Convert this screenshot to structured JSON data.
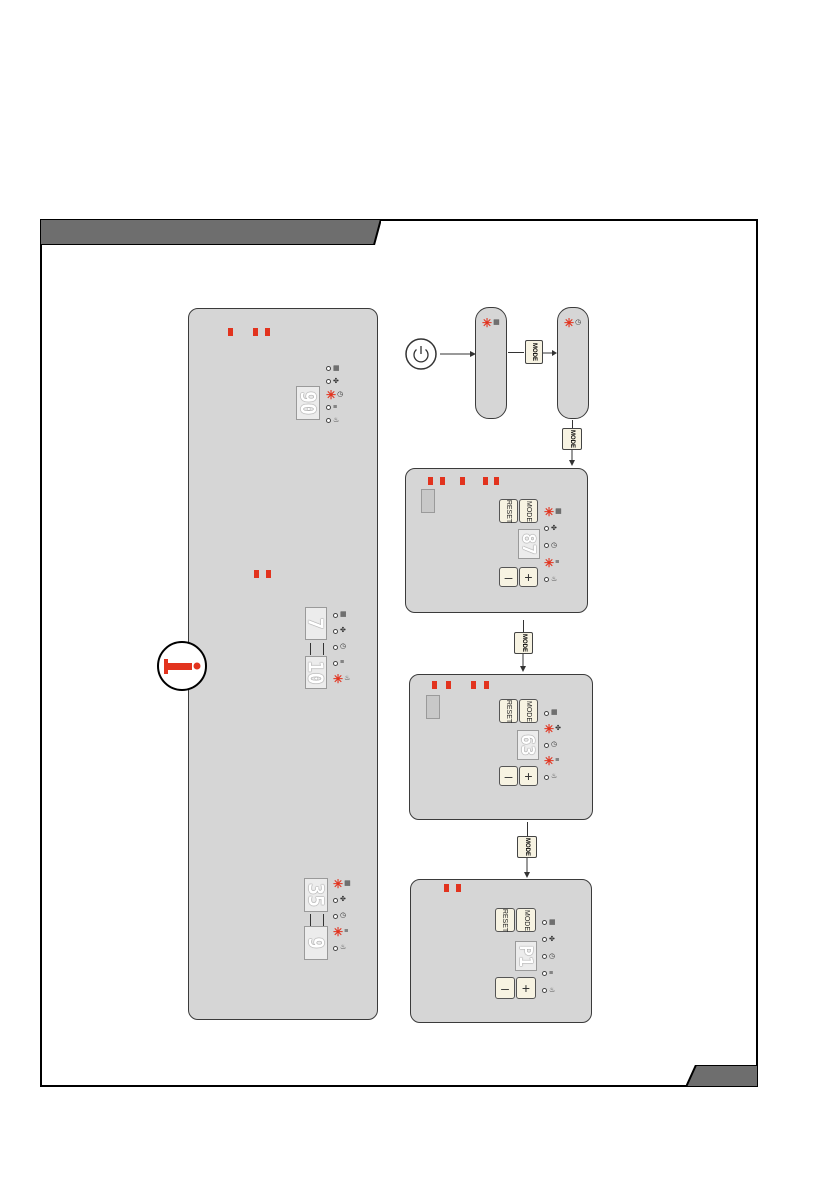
{
  "buttons": {
    "mode": "MODE",
    "reset": "RESET",
    "minus": "–",
    "plus": "+"
  },
  "displays": {
    "left_1": "90",
    "left_2a": "7",
    "left_2b": "10",
    "left_3a": "35",
    "left_3b": "9",
    "panel_1": "87",
    "panel_2": "63",
    "panel_3": "P1"
  },
  "icons": {
    "info": "info-icon",
    "power": "power-icon",
    "grid": "grid-icon",
    "fan": "fan-icon",
    "timer": "timer-icon",
    "thermo": "thermometer-icon",
    "flame": "flame-icon",
    "blink": "blinking-indicator-icon"
  },
  "colors": {
    "accent": "#e2331e",
    "panel": "#d6d6d6",
    "header": "#6e6e6e",
    "button": "#f7f3e2"
  }
}
